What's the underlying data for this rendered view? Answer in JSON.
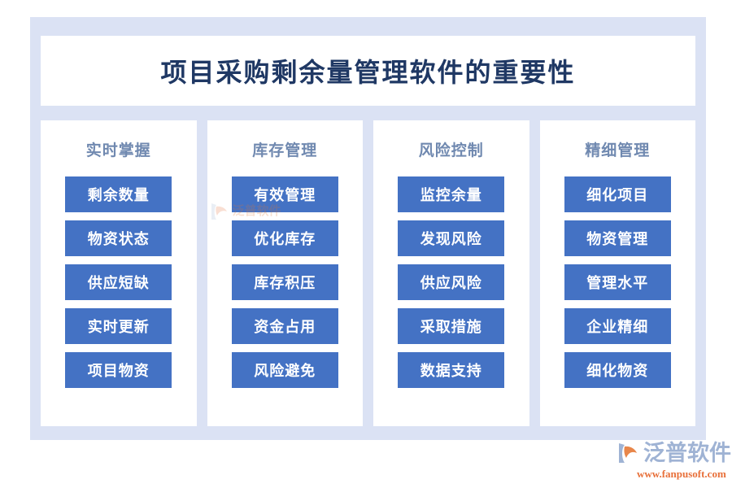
{
  "title": "项目采购剩余量管理软件的重要性",
  "colors": {
    "panel_bg": "#dbe2f4",
    "card_bg": "#ffffff",
    "chip_blue": "#4472c4",
    "title_navy": "#1f3864",
    "header_slate": "#7089b0",
    "brand_blue": "#9fb3d4",
    "brand_orange": "#e8703a"
  },
  "columns": [
    {
      "header": "实时掌握",
      "items": [
        "剩余数量",
        "物资状态",
        "供应短缺",
        "实时更新",
        "项目物资"
      ]
    },
    {
      "header": "库存管理",
      "items": [
        "有效管理",
        "优化库存",
        "库存积压",
        "资金占用",
        "风险避免"
      ]
    },
    {
      "header": "风险控制",
      "items": [
        "监控余量",
        "发现风险",
        "供应风险",
        "采取措施",
        "数据支持"
      ]
    },
    {
      "header": "精细管理",
      "items": [
        "细化项目",
        "物资管理",
        "管理水平",
        "企业精细",
        "细化物资"
      ]
    }
  ],
  "brand": {
    "name": "泛普软件",
    "url": "www.fanpusoft.com",
    "watermark_text": "泛普软件"
  }
}
